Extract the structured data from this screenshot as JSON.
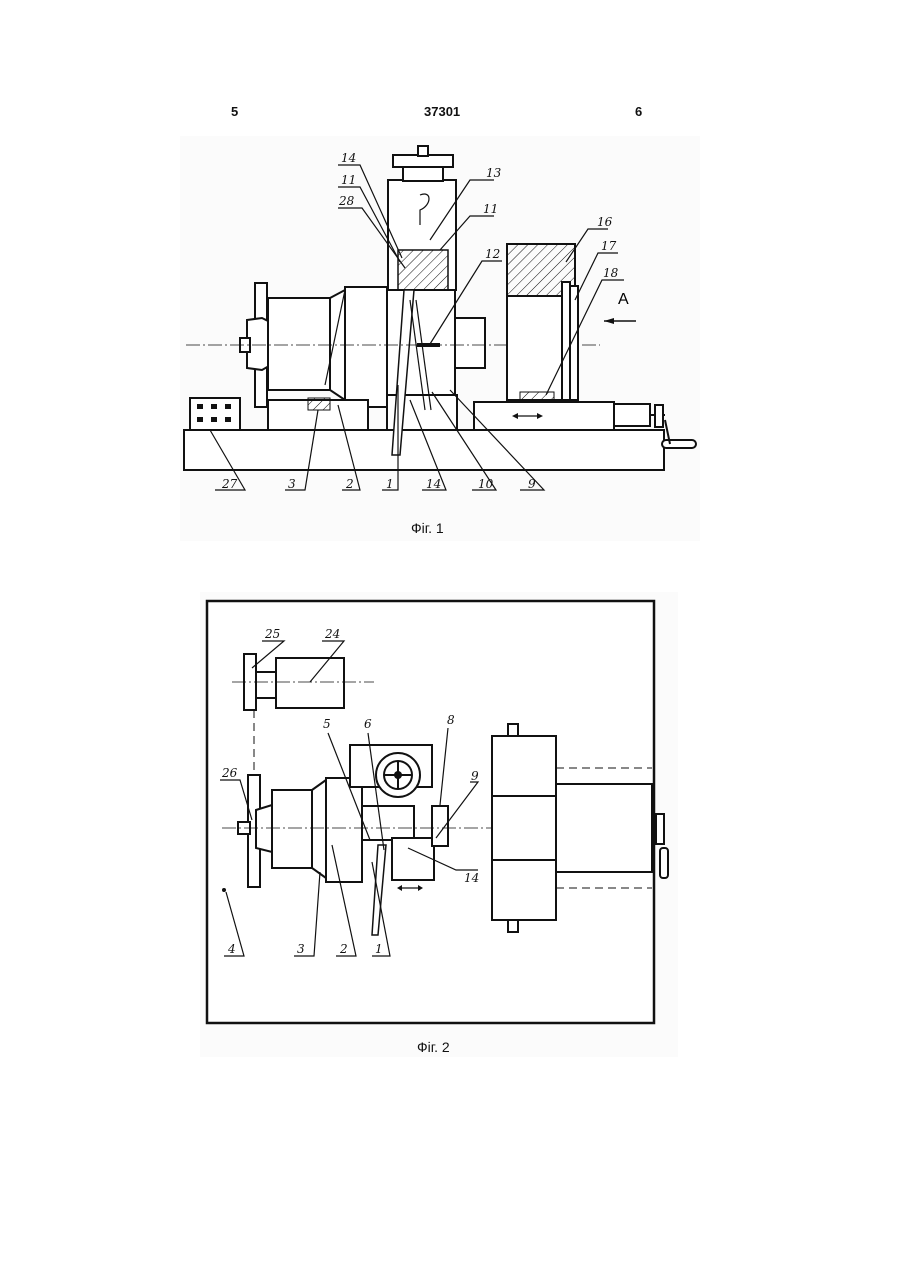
{
  "header": {
    "page_left": "5",
    "patent_number": "37301",
    "page_right": "6"
  },
  "figure1": {
    "caption": "Фіг. 1",
    "view_label": "A",
    "labels": [
      "14",
      "11",
      "28",
      "13",
      "11",
      "12",
      "16",
      "17",
      "18",
      "27",
      "3",
      "2",
      "1",
      "14",
      "10",
      "9"
    ]
  },
  "figure2": {
    "caption": "Фіг. 2",
    "labels": [
      "25",
      "24",
      "5",
      "6",
      "8",
      "9",
      "26",
      "4",
      "3",
      "2",
      "1",
      "14"
    ]
  }
}
